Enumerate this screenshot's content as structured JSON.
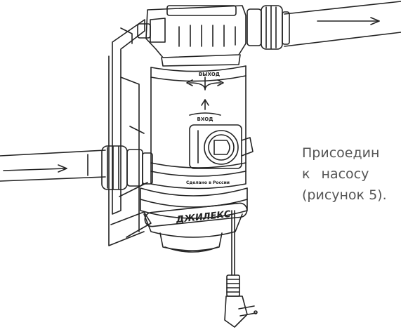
{
  "pump_labels": {
    "outlet": "ВЫХОД",
    "inlet": "ВХОД",
    "made_in": "Сделано в России",
    "brand": "ДЖИЛЕКС"
  },
  "caption": {
    "line1": "Присоедин",
    "line2": "к насосу",
    "line3": "(рисунок 5)."
  },
  "colors": {
    "line": "#222222",
    "caption_text": "#555555"
  }
}
